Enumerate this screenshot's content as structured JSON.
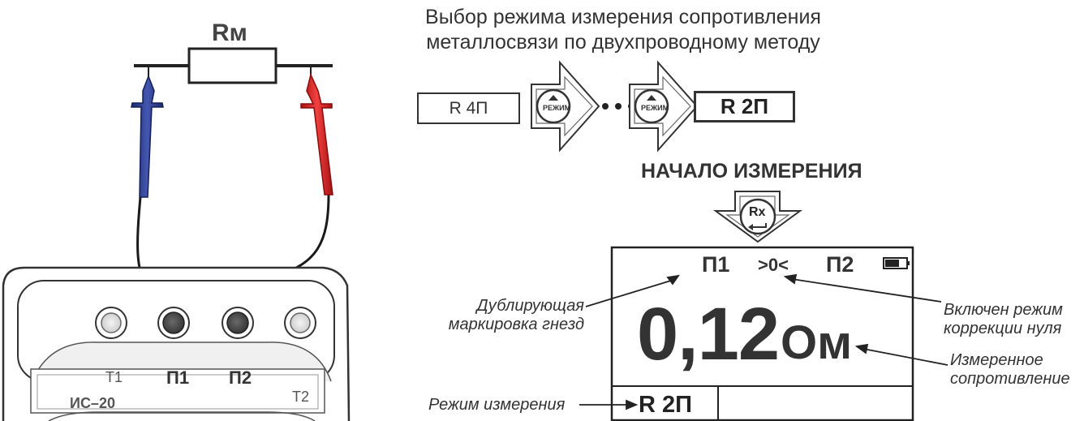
{
  "header": {
    "title_line1": "Выбор режима измерения  сопротивления",
    "title_line2": "металлосвязи по двухпроводному методу"
  },
  "circuit": {
    "resistor_label": "Rм"
  },
  "mode_sequence": {
    "start_mode": "R 4П",
    "button_label": "РЕЖИМ",
    "ellipsis": "• • •",
    "end_mode": "R 2П"
  },
  "start_section": {
    "label": "НАЧАЛО ИЗМЕРЕНИЯ",
    "button_label": "Rx"
  },
  "lcd": {
    "socket_left": "П1",
    "zero_indicator": ">0<",
    "socket_right": "П2",
    "value": "0,12",
    "unit": "Ом",
    "mode": "R 2П",
    "icons": [
      "battery-icon"
    ]
  },
  "annotations": {
    "socket_marking_line1": "Дублирующая",
    "socket_marking_line2": "маркировка гнезд",
    "zero_correction_line1": "Включен режим",
    "zero_correction_line2": "коррекции нуля",
    "measured_line1": "Измеренное",
    "measured_line2": "сопротивление",
    "measure_mode": "Режим измерения"
  },
  "device": {
    "terminals": [
      "Т1",
      "П1",
      "П2",
      "Т2"
    ],
    "model": "ИС–20"
  },
  "colors": {
    "probe_blue": "#2f3f93",
    "probe_red": "#e42525",
    "outline": "#333333",
    "socket_dark": "#4a4a4a"
  }
}
